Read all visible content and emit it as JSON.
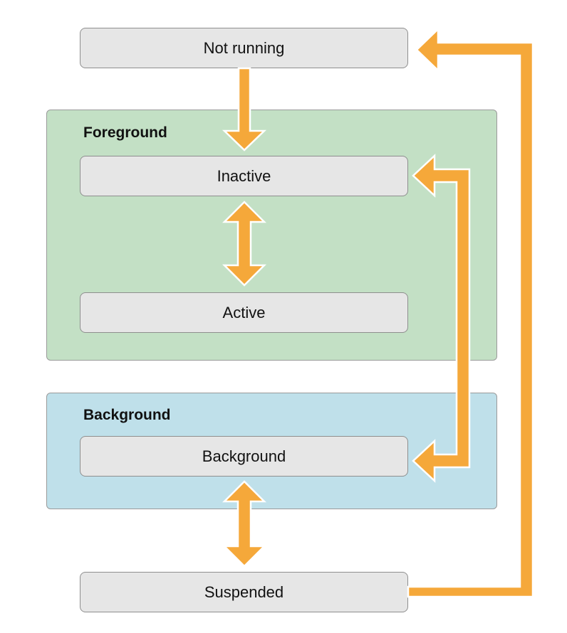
{
  "colors": {
    "foreground_fill": "#c3e0c5",
    "background_fill": "#bfe0ea",
    "state_fill": "#e6e6e6",
    "arrow": "#f5a83a"
  },
  "groups": {
    "foreground": {
      "title": "Foreground"
    },
    "background": {
      "title": "Background"
    }
  },
  "states": {
    "not_running": "Not running",
    "inactive": "Inactive",
    "active": "Active",
    "background": "Background",
    "suspended": "Suspended"
  }
}
